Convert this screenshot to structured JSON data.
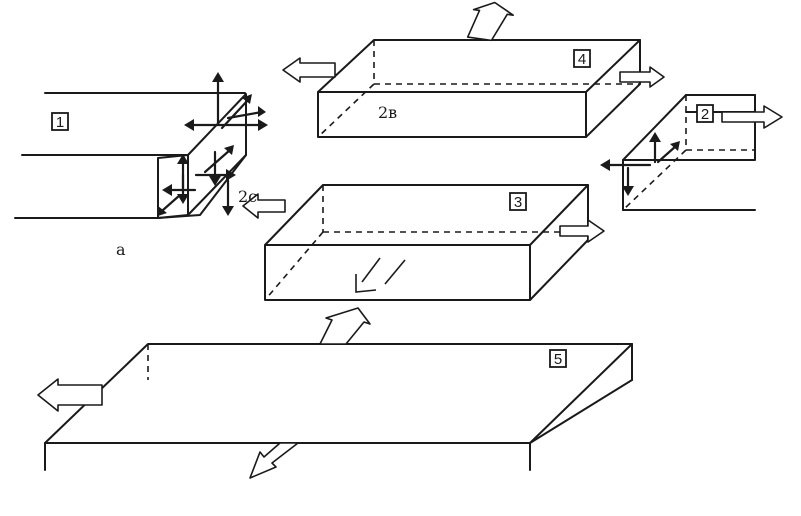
{
  "labels": {
    "block_1": "1",
    "block_2": "2",
    "block_3": "3",
    "block_4": "4",
    "block_5": "5"
  },
  "annotations": {
    "face_2c": "2c",
    "face_2b": "2в",
    "panel_a": "a"
  }
}
